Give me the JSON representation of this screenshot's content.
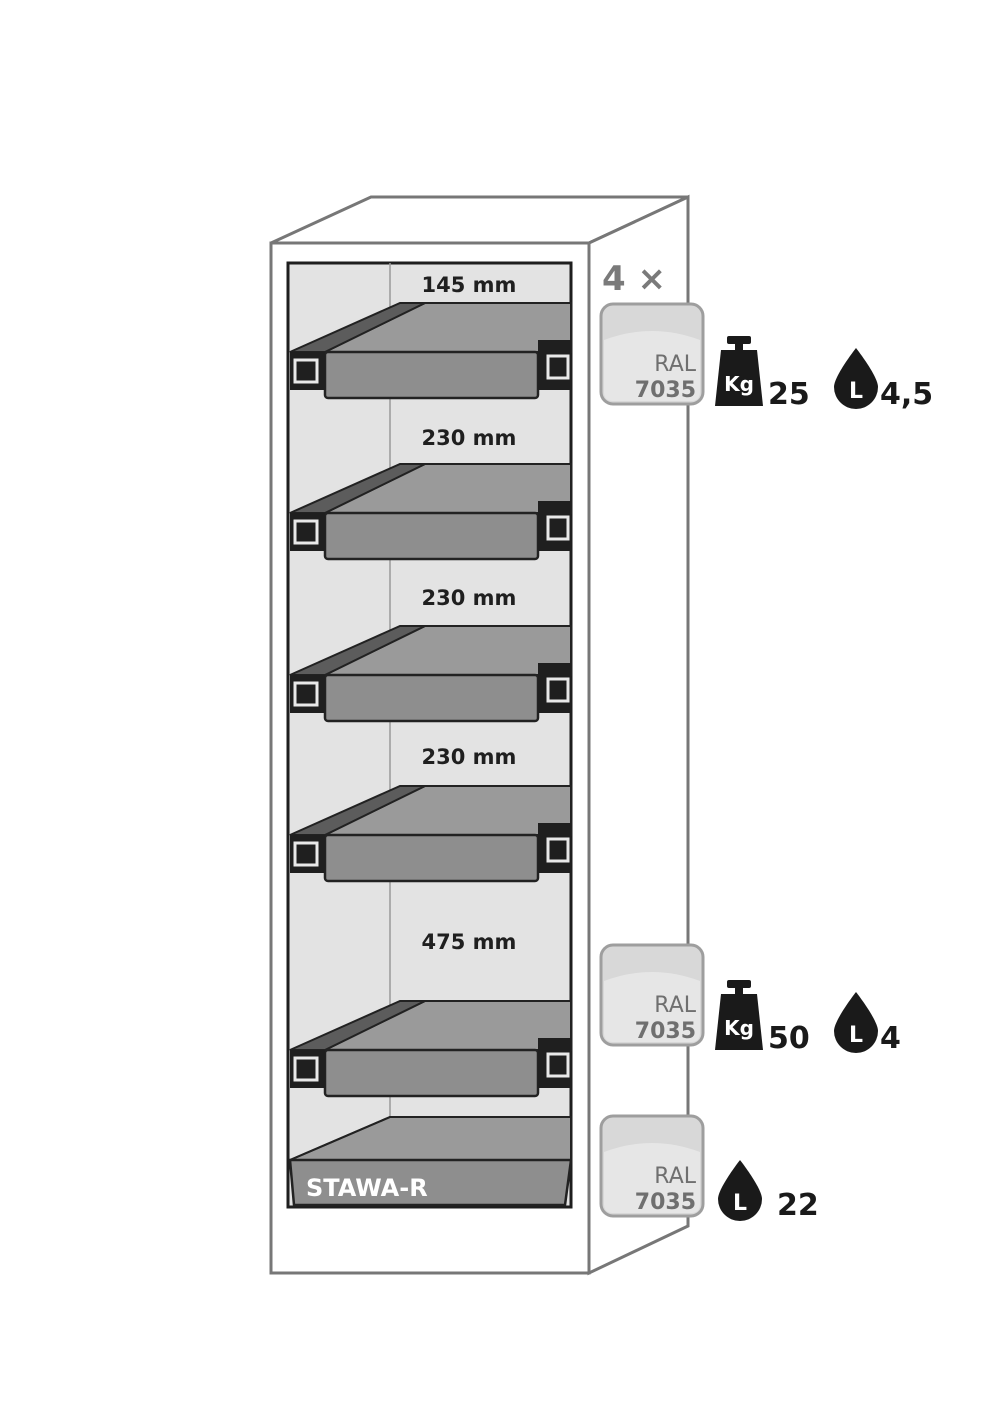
{
  "cabinet": {
    "model": "STAWA-R",
    "quantity": "4 ×"
  },
  "spacings": [
    "145 mm",
    "230 mm",
    "230 mm",
    "230 mm",
    "475 mm"
  ],
  "color_chips": [
    {
      "line1": "RAL",
      "line2": "7035"
    },
    {
      "line1": "RAL",
      "line2": "7035"
    },
    {
      "line1": "RAL",
      "line2": "7035"
    }
  ],
  "specs": {
    "row1": {
      "kg_label": "Kg",
      "kg_value": "25",
      "l_label": "L",
      "l_value": "4,5"
    },
    "row2": {
      "kg_label": "Kg",
      "kg_value": "50",
      "l_label": "L",
      "l_value": "4"
    },
    "row3": {
      "l_label": "L",
      "l_value": "22"
    }
  },
  "colors": {
    "tray": "#8e8e8e",
    "interior": "#e3e3e3",
    "outline": "#2a2a2a",
    "chip": "#d8d8d8",
    "icon": "#1a1a1a"
  }
}
